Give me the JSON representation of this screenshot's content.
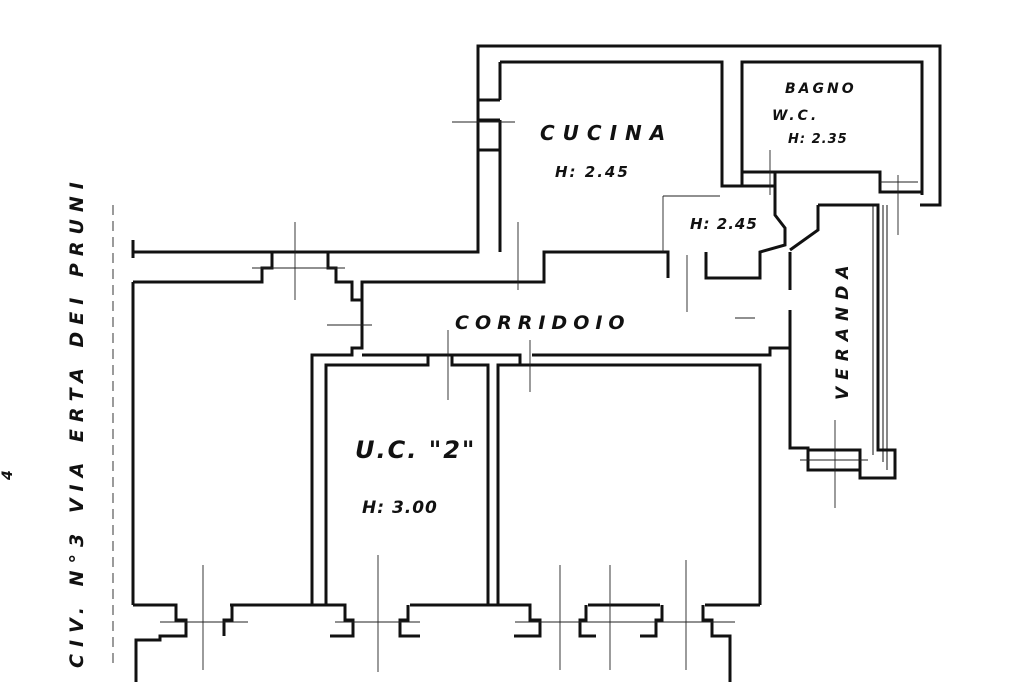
{
  "street_label": "CIV. N°3  VIA  ERTA  DEI  PRUNI",
  "margin_mark": "4",
  "rooms": {
    "kitchen": {
      "name": "CUCINA",
      "height": "H: 2.45"
    },
    "bathroom": {
      "name_line1": "BAGNO",
      "name_line2": "W.C.",
      "height": "H: 2.35"
    },
    "passage": {
      "height": "H: 2.45"
    },
    "corridor": {
      "name": "CORRIDOIO"
    },
    "veranda": {
      "name": "VERANDA"
    },
    "unit": {
      "name": "U.C. \"2\"",
      "height": "H: 3.00"
    }
  }
}
